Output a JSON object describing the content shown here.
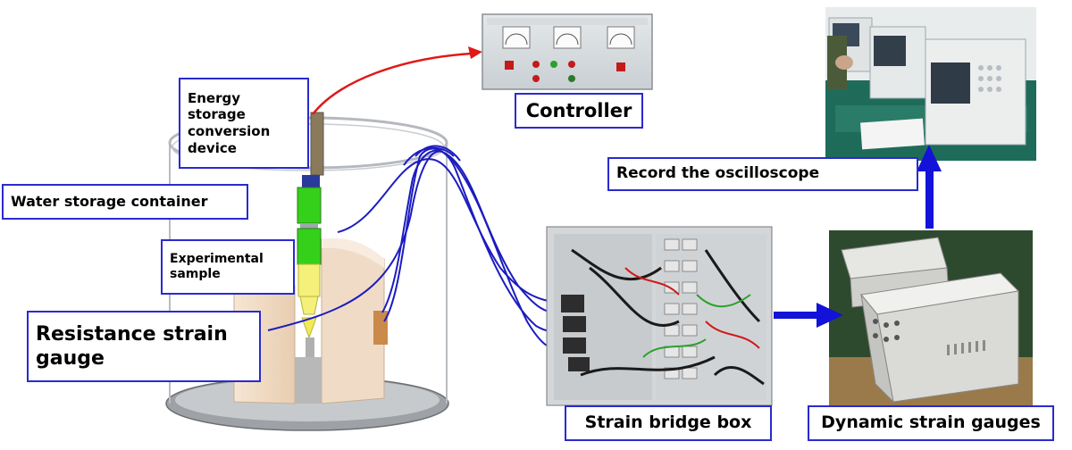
{
  "labels": {
    "energy_storage": "Energy storage conversion device",
    "water_container": "Water storage container",
    "experimental_sample": "Experimental sample",
    "resistance_gauge": "Resistance strain gauge",
    "controller": "Controller",
    "strain_bridge_box": "Strain bridge box",
    "dynamic_strain_gauges": "Dynamic strain gauges",
    "record_oscilloscope": "Record the oscilloscope"
  },
  "colors": {
    "label_border": "#2a2ad0",
    "wire": "#1c1cc0",
    "arrow_blue": "#1212d8",
    "arrow_red": "#e01818",
    "shaft_green": "#3fd81e",
    "sample_yellow": "#f4f07a",
    "concrete": "#f1dcc6"
  }
}
